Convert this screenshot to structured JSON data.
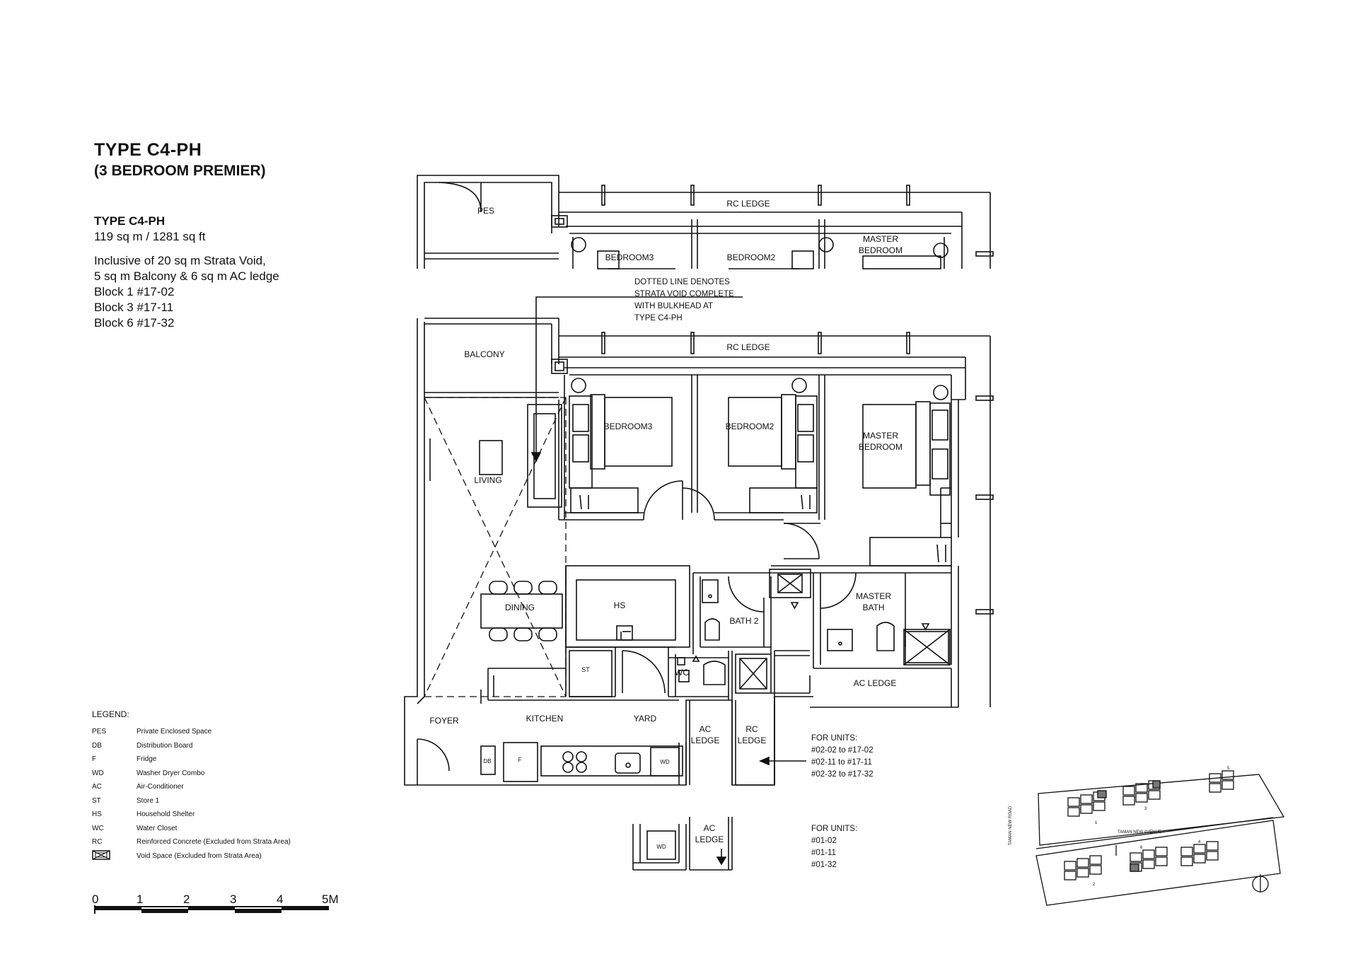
{
  "header": {
    "title": "TYPE  C4-PH",
    "subtitle": "(3 BEDROOM PREMIER)"
  },
  "info": {
    "type_label": "TYPE C4-PH",
    "area": "119 sq m / 1281 sq ft",
    "note_1": "Inclusive of 20 sq m Strata Void,",
    "note_2": "5 sq m Balcony & 6 sq m AC ledge",
    "block_1": "Block 1 #17-02",
    "block_3": "Block 3 #17-11",
    "block_6": "Block 6 #17-32"
  },
  "legend": {
    "heading": "LEGEND:",
    "items": [
      {
        "abbr": "PES",
        "desc": "Private Enclosed Space"
      },
      {
        "abbr": "DB",
        "desc": "Distribution Board"
      },
      {
        "abbr": "F",
        "desc": "Fridge"
      },
      {
        "abbr": "WD",
        "desc": "Washer Dryer Combo"
      },
      {
        "abbr": "AC",
        "desc": "Air-Conditioner"
      },
      {
        "abbr": "ST",
        "desc": "Store 1"
      },
      {
        "abbr": "HS",
        "desc": "Household Shelter"
      },
      {
        "abbr": "WC",
        "desc": "Water Closet"
      },
      {
        "abbr": "RC",
        "desc": "Reinforced Concrete (Excluded from Strata Area)"
      },
      {
        "abbr": "",
        "desc": "Void Space (Excluded from Strata Area)"
      }
    ]
  },
  "scale": {
    "labels": [
      "0",
      "1",
      "2",
      "3",
      "4",
      "5M"
    ]
  },
  "plan": {
    "pes": "PES",
    "rc_ledge": "RC LEDGE",
    "bedroom3": "BEDROOM3",
    "bedroom2": "BEDROOM2",
    "master_bedroom_1": "MASTER",
    "master_bedroom_2": "BEDROOM",
    "balcony": "BALCONY",
    "living": "LIVING",
    "dining": "DINING",
    "hs": "HS",
    "st": "ST",
    "wc": "WC",
    "bath2": "BATH 2",
    "master_bath_1": "MASTER",
    "master_bath_2": "BATH",
    "foyer": "FOYER",
    "kitchen": "KITCHEN",
    "yard": "YARD",
    "ac_ledge": "AC LEDGE",
    "ac": "AC",
    "ledge": "LEDGE",
    "rc": "RC",
    "db": "DB",
    "f": "F",
    "wd": "WD",
    "strata_note": [
      "DOTTED LINE DENOTES",
      "STRATA VOID COMPLETE",
      "WITH BULKHEAD AT",
      "TYPE C4-PH"
    ],
    "units_upper": [
      "FOR UNITS:",
      "#02-02 to #17-02",
      "#02-11 to #17-11",
      "#02-32 to #17-32"
    ],
    "units_lower": [
      "FOR UNITS:",
      "#01-02",
      "#01-11",
      "#01-32"
    ]
  },
  "keyplan": {
    "road": "TAMAN NEW AVENUE",
    "side_road": "TAMAN NEW ROAD",
    "blocks": [
      "1",
      "2",
      "3",
      "4",
      "5",
      "6"
    ]
  }
}
